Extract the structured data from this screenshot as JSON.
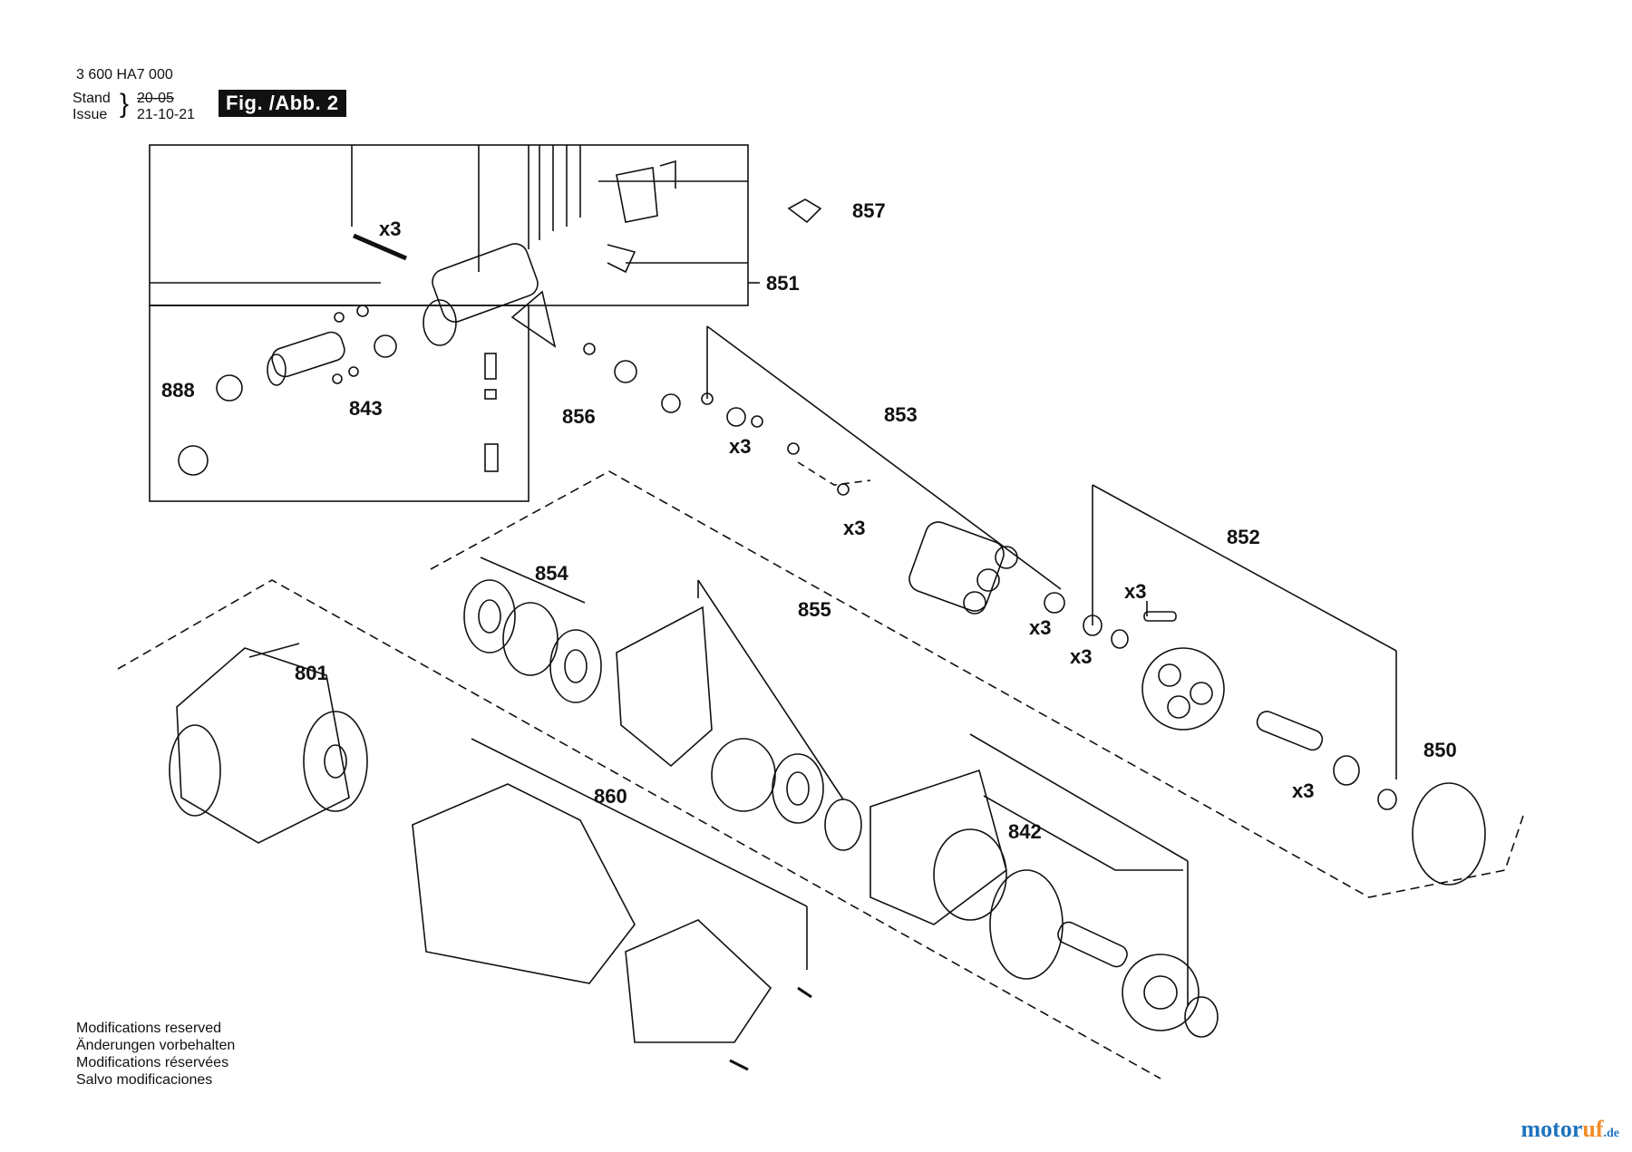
{
  "header": {
    "part_number": "3 600 HA7 000",
    "stand_label": "Stand",
    "issue_label": "Issue",
    "brace": "}",
    "stand_value": "20-05",
    "issue_value": "21-10-21",
    "figure_label": "Fig. /Abb. 2"
  },
  "callouts": [
    "857",
    "851",
    "888",
    "843",
    "856",
    "853",
    "852",
    "854",
    "855",
    "801",
    "860",
    "842",
    "850"
  ],
  "multipliers": [
    "x3",
    "x3",
    "x3",
    "x3",
    "x3",
    "x3",
    "x3"
  ],
  "notes": [
    "Modifications reserved",
    "Änderungen vorbehalten",
    "Modifications réservées",
    "Salvo modificaciones"
  ],
  "watermark": {
    "part1": "motor",
    "part2": "uf",
    "part3": ".de"
  }
}
